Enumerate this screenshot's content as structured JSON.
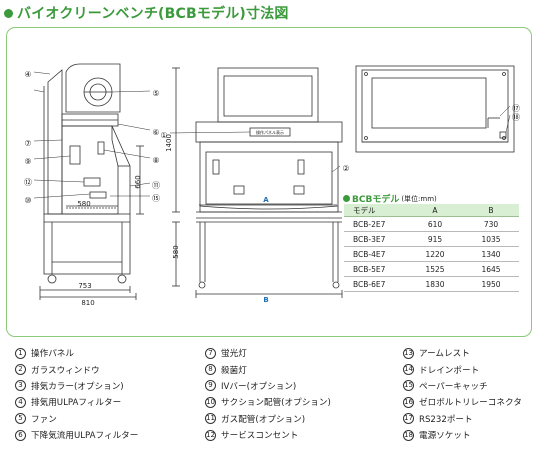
{
  "title": "バイオクリーンベンチ(BCBモデル)寸法図",
  "dimensions": {
    "side_height": "660",
    "side_inner": "580",
    "side_base": "753",
    "side_total": "810",
    "front_height": "1400",
    "front_leg": "580",
    "front_A": "A",
    "front_B": "B"
  },
  "callouts": {
    "side": [
      "④",
      "⑤",
      "⑥",
      "⑦",
      "⑧",
      "⑨",
      "⑩",
      "⑪",
      "⑫",
      "⑮"
    ],
    "front": [
      "①",
      "②"
    ],
    "top": [
      "⑰",
      "⑱"
    ]
  },
  "panel_label": "操作パネル表示",
  "model_table": {
    "heading": "BCBモデル",
    "unit": "(単位:mm)",
    "columns": [
      "モデル",
      "A",
      "B"
    ],
    "rows": [
      [
        "BCB-2E7",
        "610",
        "730"
      ],
      [
        "BCB-3E7",
        "915",
        "1035"
      ],
      [
        "BCB-4E7",
        "1220",
        "1340"
      ],
      [
        "BCB-5E7",
        "1525",
        "1645"
      ],
      [
        "BCB-6E7",
        "1830",
        "1950"
      ]
    ]
  },
  "legend": [
    [
      {
        "num": "1",
        "label": "操作パネル"
      },
      {
        "num": "2",
        "label": "ガラスウィンドウ"
      },
      {
        "num": "3",
        "label": "排気カラー(オプション)"
      },
      {
        "num": "4",
        "label": "排気用ULPAフィルター"
      },
      {
        "num": "5",
        "label": "ファン"
      },
      {
        "num": "6",
        "label": "下降気流用ULPAフィルター"
      }
    ],
    [
      {
        "num": "7",
        "label": "蛍光灯"
      },
      {
        "num": "8",
        "label": "殺菌灯"
      },
      {
        "num": "9",
        "label": "IVバー(オプション)"
      },
      {
        "num": "10",
        "label": "サクション配管(オプション)"
      },
      {
        "num": "11",
        "label": "ガス配管(オプション)"
      },
      {
        "num": "12",
        "label": "サービスコンセント"
      }
    ],
    [
      {
        "num": "13",
        "label": "アームレスト"
      },
      {
        "num": "14",
        "label": "ドレインポート"
      },
      {
        "num": "15",
        "label": "ペーパーキャッチ"
      },
      {
        "num": "16",
        "label": "ゼロボルトリレーコネクタ"
      },
      {
        "num": "17",
        "label": "RS232ポート"
      },
      {
        "num": "18",
        "label": "電源ソケット"
      }
    ]
  ]
}
